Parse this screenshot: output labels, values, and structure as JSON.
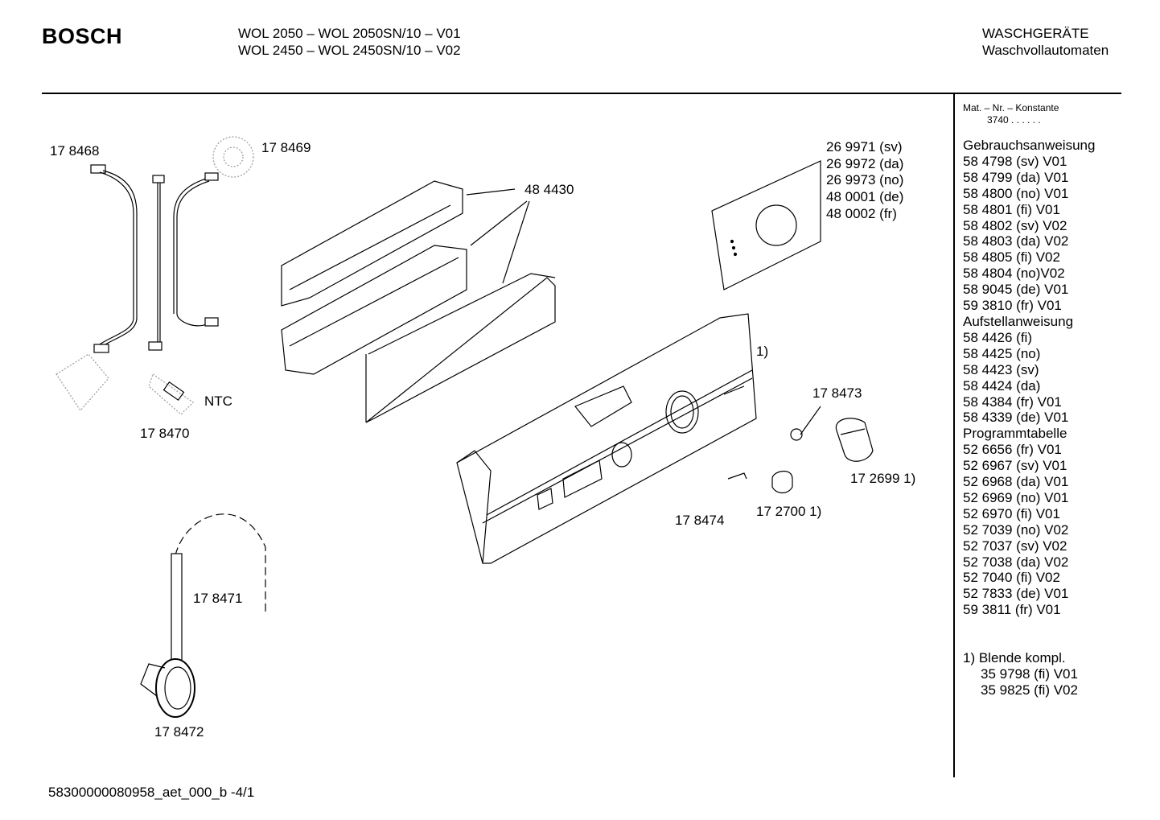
{
  "header": {
    "brand": "BOSCH",
    "models": [
      "WOL 2050 – WOL 2050SN/10 – V01",
      "WOL 2450 – WOL 2450SN/10 – V02"
    ],
    "category": "WASCHGERÄTE",
    "subcategory": "Waschvollautomaten"
  },
  "sidebar": {
    "konstante_label": "Mat. – Nr. – Konstante",
    "konstante_value": "3740  .  .   .  .  .  .",
    "gebrauch_title": "Gebrauchsanweisung",
    "gebrauch": [
      "58 4798 (sv) V01",
      "58 4799 (da) V01",
      "58 4800 (no) V01",
      "58 4801 (fi) V01",
      "58 4802 (sv) V02",
      "58 4803 (da) V02",
      "58 4805 (fi) V02",
      "58 4804 (no)V02",
      "58 9045 (de) V01",
      "59 3810 (fr) V01"
    ],
    "aufstell_title": "Aufstellanweisung",
    "aufstell": [
      "58 4426 (fi)",
      "58 4425 (no)",
      "58 4423 (sv)",
      "58 4424 (da)",
      "58 4384 (fr) V01",
      "58 4339 (de) V01"
    ],
    "programm_title": "Programmtabelle",
    "programm": [
      "52 6656 (fr) V01",
      "52 6967 (sv) V01",
      "52 6968 (da) V01",
      "52 6969 (no) V01",
      "52 6970 (fi) V01",
      "52 7039 (no) V02",
      "52 7037 (sv) V02",
      "52 7038 (da) V02",
      "52 7040 (fi) V02",
      "52 7833 (de) V01",
      "59 3811 (fr) V01"
    ],
    "note_title": "1)  Blende kompl.",
    "note_items": [
      "35 9798 (fi) V01",
      "35 9825 (fi) V02"
    ]
  },
  "parts": {
    "p178468": "17 8468",
    "p178469": "17 8469",
    "p484430": "48 4430",
    "panel_lang": [
      "26 9971 (sv)",
      "26 9972 (da)",
      "26 9973 (no)",
      "48 0001 (de)",
      "48 0002 (fr)"
    ],
    "blende_ref": "1)",
    "p178473": "17 8473",
    "ntc": "NTC",
    "p178470": "17 8470",
    "p172699": "17 2699 1)",
    "p178474": "17 8474",
    "p172700": "17 2700 1)",
    "p178471": "17 8471",
    "p178472": "17 8472"
  },
  "footer": {
    "doc_id": "58300000080958_aet_000_b   -4/1"
  }
}
